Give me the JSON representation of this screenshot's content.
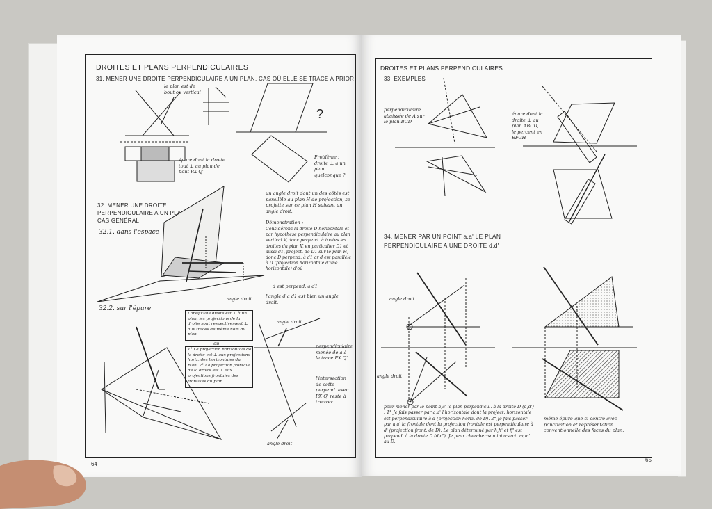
{
  "left_page": {
    "header": "DROITES ET PLANS PERPENDICULAIRES",
    "section_31": "31. MENER UNE DROITE PERPENDICULAIRE A UN PLAN, CAS OÙ ELLE SE TRACE A PRIORI",
    "note_bout": "le plan est de bout ou vertical",
    "note_epure_31": "épure dont la droite tout ⊥ au plan de bout PX Q'",
    "question": "?",
    "probleme": "Problème : droite ⊥ à un plan quelconque ?",
    "section_32_line1": "32. MENER UNE DROITE",
    "section_32_line2": "PERPENDICULAIRE A UN PLAN",
    "section_32_line3": "CAS GÉNÉRAL",
    "subsection_321": "32.1. dans l'espace",
    "angle_text": "un angle droit dont un des côtés est parallèle au plan H de projection, se projette sur ce plan H suivant un angle droit.",
    "demonstration_title": "Démonstration :",
    "demonstration_text": "Considérons la droite D horizontale et par hypothèse perpendiculaire au plan vertical V, donc perpend. à toutes les droites du plan V, en particulier D1 et aussi d1, project. de D1 sur le plan H, donc D perpend. à d1 or d est parallèle à D (projection horizontale d'une horizontale) d'où",
    "demo_conclusion": "d est perpend. à d1",
    "demo_final": "l'angle d a d1 est bien un angle droit.",
    "subsection_322": "32.2. sur l'épure",
    "box1_text": "Lorsqu'une droite est ⊥ à un plan, les projections de la droite sont respectivement ⊥ aux traces de même nom du plan",
    "box_ou": "ou",
    "box2_text": "1° La projection horizontale de la droite est ⊥ aux projections horiz. des horizontales du plan. 2° La projection frontale de la droite est ⊥ aux projections frontales des frontales du plan",
    "angle_droit_1": "angle droit",
    "angle_droit_2": "angle droit",
    "angle_droit_3": "angle droit",
    "perp_text": "perpendiculaire menée de a à la trace PX Q'",
    "intersection_text": "l'intersection de cette perpend. avec PX Q' reste à trouver",
    "page_number": "64"
  },
  "right_page": {
    "header": "DROITES ET PLANS PERPENDICULAIRES",
    "section_33": "33. EXEMPLES",
    "ex1_note": "perpendiculaire abaissée de A sur le plan BCD",
    "ex2_note": "épure dont la droite ⊥ au plan ABCD, le percent en EFGH",
    "section_34_line1": "34. MENER PAR UN POINT a,a' LE PLAN",
    "section_34_line2": "PERPENDICULAIRE A UNE DROITE d,d'",
    "angle_droit_1": "angle droit",
    "angle_droit_2": "angle droit",
    "method_text": "pour mener par le point a,a' le plan perpendicul. à la droite D (d,d') : 1° Je fais passer par a,a' l'horizontale dont la project. horizontale est perpendiculaire à d (projection horiz. de D). 2° Je fais passer par a,a' la frontale dont la projection frontale est perpendiculaire à d' (projection front. de D). Le plan déterminé par h,h' et ff' est perpend. à la droite D (d,d'). Je peux chercher son intersect. m,m' au D.",
    "same_epure": "même épure que ci-contre avec ponctuation et représentation conventionnelle des faces du plan.",
    "page_number": "65"
  },
  "colors": {
    "paper": "#f9f9f8",
    "ink": "#1e1e1e",
    "background": "#c9c8c3"
  }
}
